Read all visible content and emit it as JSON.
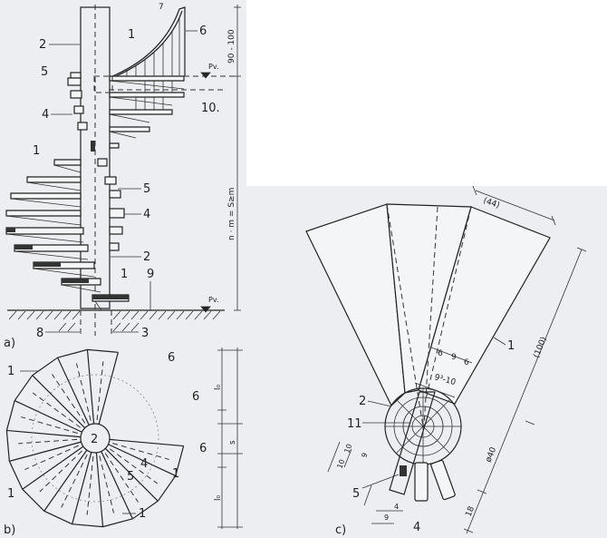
{
  "figure_a": {
    "caption": "a)",
    "labels": {
      "col_top": "2",
      "rail_top": "1",
      "rail_post": "7",
      "rail_end": "6",
      "bolt_top": "5",
      "plate_top": "4",
      "tread_left": "1",
      "bolt_mid": "5",
      "plate_mid": "4",
      "col_mid": "2",
      "tread_bottom": "1",
      "floor": "9",
      "foundation_left": "8",
      "foundation_right": "3",
      "level_top": "Pv.",
      "level_bottom": "Pv.",
      "landing": "10.",
      "rail_height": "90 - 100",
      "total_height": "n · m = S≥m"
    }
  },
  "figure_b": {
    "caption": "b)",
    "labels": {
      "tread_tl": "1",
      "post1": "6",
      "post2": "6",
      "post3": "6",
      "tread_r": "1",
      "tread_l": "1",
      "tread_b": "1",
      "column": "2",
      "plate": "4",
      "bolt": "5",
      "lo_top": "l₀",
      "s": "s",
      "lo_bottom": "l₀"
    }
  },
  "figure_c": {
    "caption": "c)",
    "labels": {
      "width44": "(44)",
      "tread": "1",
      "len100": "(100)",
      "d6a": "6",
      "d9": "9",
      "d6b": "6",
      "d9_10": "9³-10",
      "column": "2",
      "core": "11",
      "v10a": "10",
      "v10b": "10",
      "v9": "9",
      "bolt": "5",
      "plate": "4",
      "h4": "4",
      "h9": "9",
      "dia": "ø40",
      "d18": "18"
    }
  }
}
